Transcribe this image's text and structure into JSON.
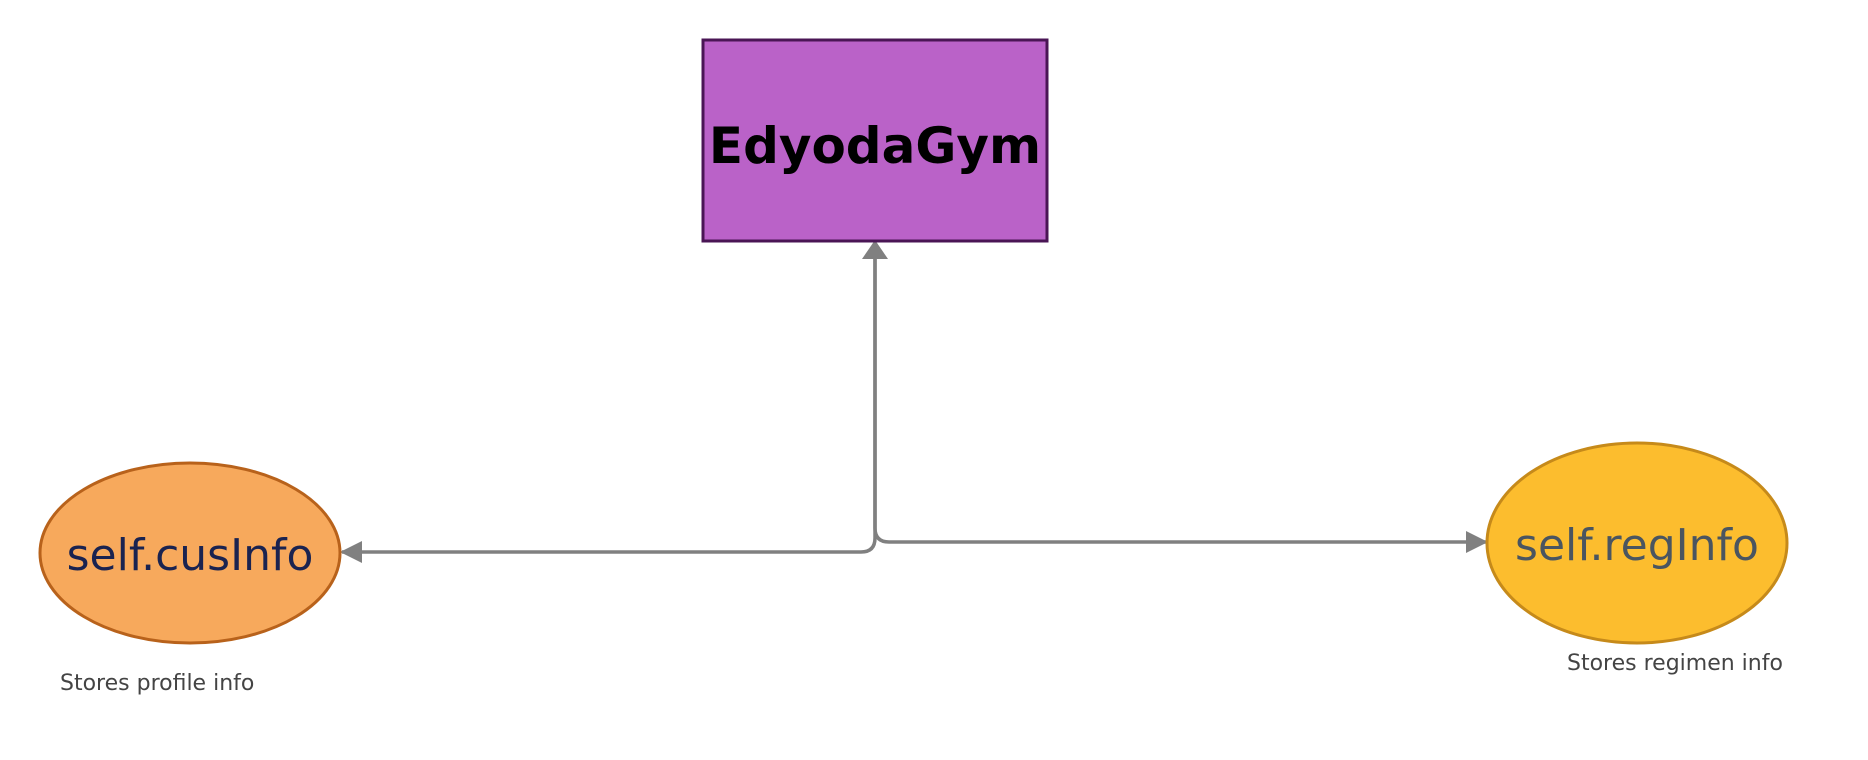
{
  "diagram": {
    "main_class": {
      "label": "EdyodaGym",
      "fill": "#BA62C8",
      "stroke": "#4A1555",
      "text_color": "#000000"
    },
    "attributes": [
      {
        "label": "self.cusInfo",
        "caption": "Stores profile info",
        "fill": "#F7A95C",
        "stroke": "#B8621B",
        "text_color": "#1A2350"
      },
      {
        "label": "self.regInfo",
        "caption": "Stores regimen info",
        "fill": "#FCBD2E",
        "stroke": "#C68A1A",
        "text_color": "#4A5560"
      }
    ],
    "connector_color": "#808080"
  }
}
